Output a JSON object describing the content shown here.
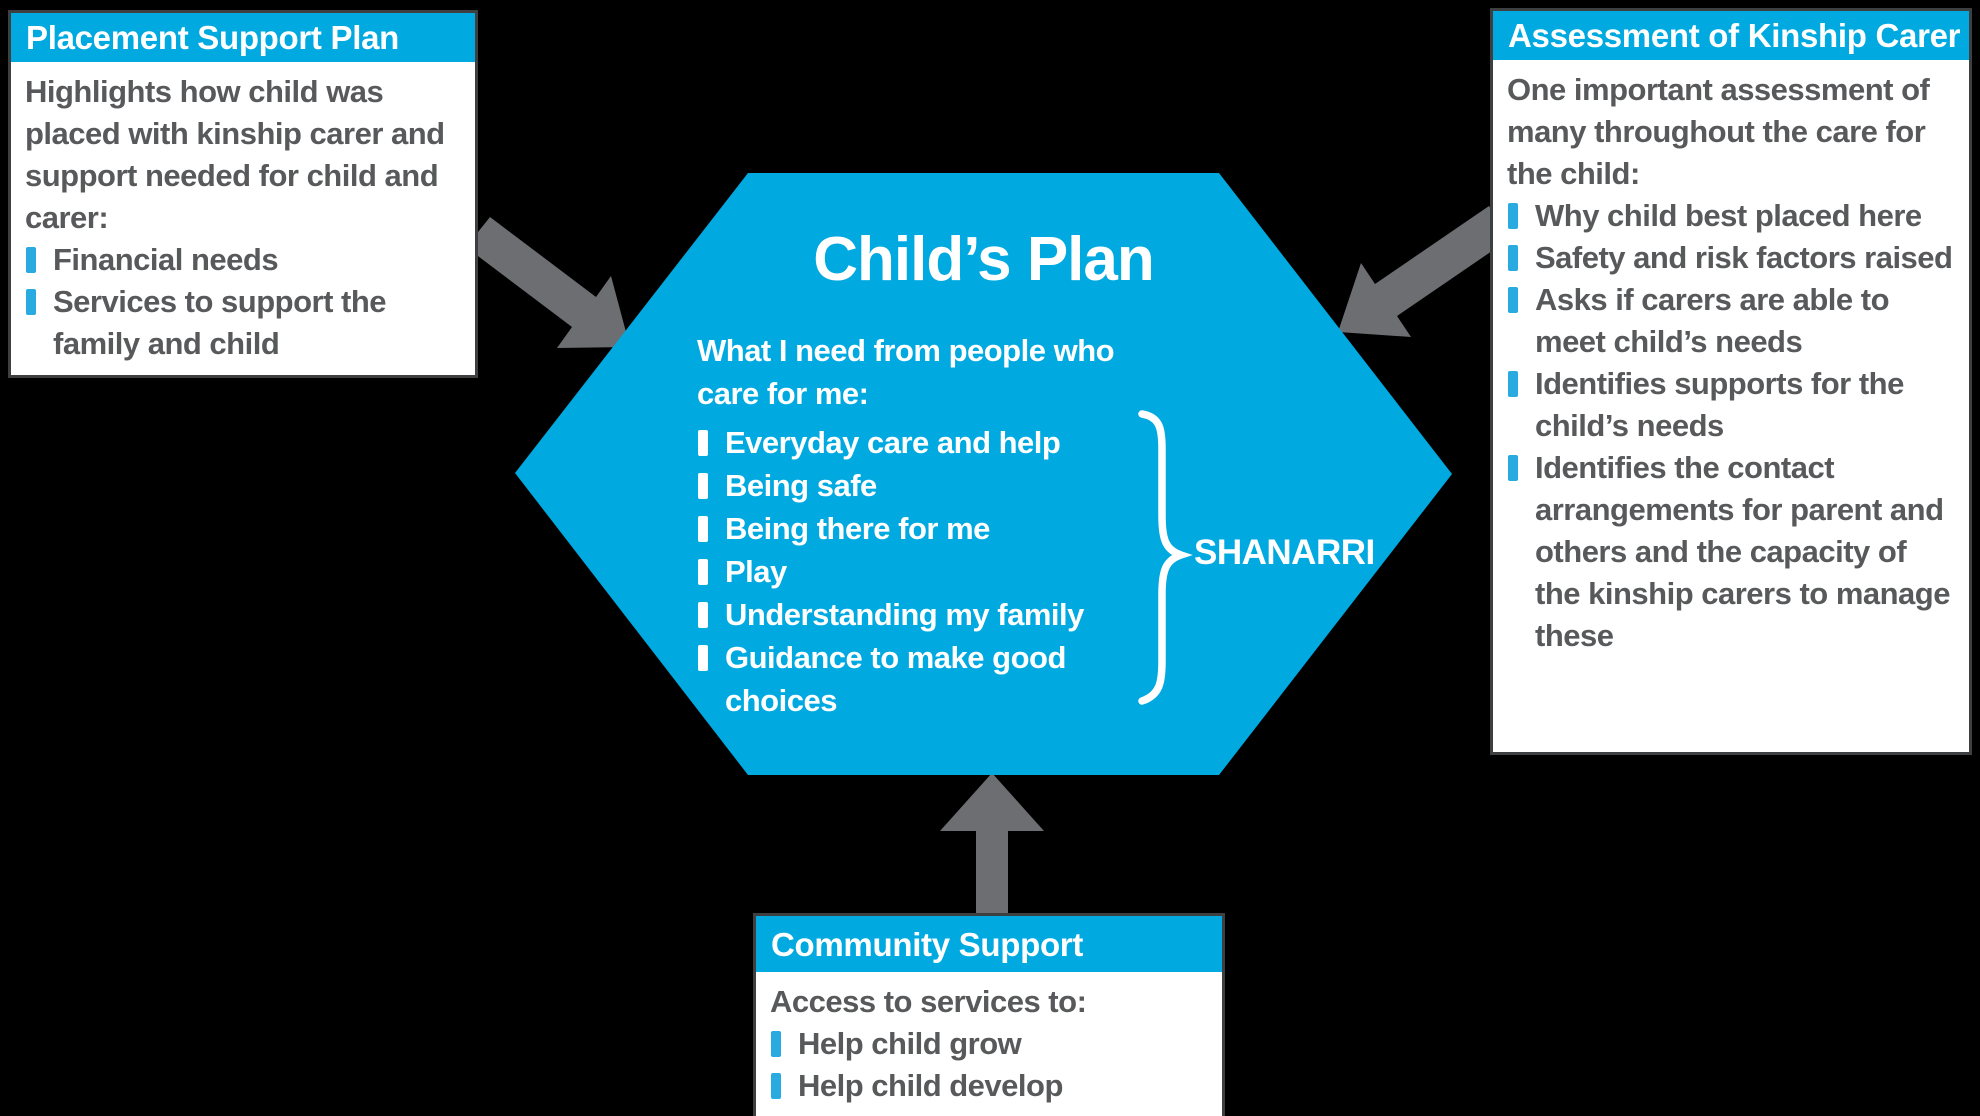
{
  "colors": {
    "background": "#000000",
    "accent": "#00A9E0",
    "bullet": "#29ABE2",
    "arrow": "#6D6E71",
    "text": "#58595B",
    "box_border": "#3E3F41",
    "panel": "#FFFFFF"
  },
  "hexagon": {
    "title": "Child’s Plan",
    "intro": "What I need from people who care for me:",
    "bullets": [
      "Everyday care and help",
      "Being safe",
      "Being there for me",
      "Play",
      "Understanding my family",
      "Guidance to make good choices"
    ],
    "brace_label": "SHANARRI"
  },
  "boxes": {
    "placement": {
      "title": "Placement Support Plan",
      "intro": "Highlights how child was placed with kinship carer and support needed for child and carer:",
      "bullets": [
        "Financial needs",
        "Services to support the family and child"
      ]
    },
    "assessment": {
      "title": "Assessment of Kinship Carer",
      "intro": "One important assessment of many throughout the care for the child:",
      "bullets": [
        "Why child best placed here",
        "Safety and risk factors raised",
        "Asks if carers are able to meet child’s needs",
        "Identifies supports for the child’s needs",
        "Identifies the contact arrangements for parent and others and the capacity of the kinship carers to manage these"
      ]
    },
    "community": {
      "title": "Community Support",
      "intro": "Access to services to:",
      "bullets": [
        "Help child grow",
        "Help child develop"
      ]
    }
  }
}
